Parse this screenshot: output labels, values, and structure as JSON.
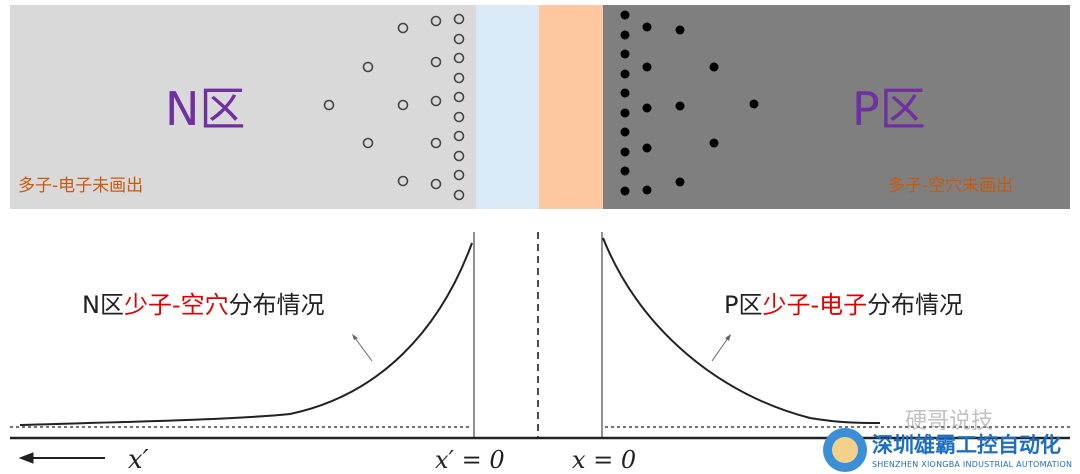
{
  "colors": {
    "n_region": "#d9d9d9",
    "depletion_n": "#dae9f6",
    "depletion_p": "#fdc8a0",
    "p_region": "#7f7f7f",
    "region_label": "#7030a0",
    "note": "#c55a11",
    "minority": "#e00000"
  },
  "top": {
    "n_label": "N区",
    "p_label": "P区",
    "n_note": "多子-电子未画出",
    "p_note": "多子-空穴未画出"
  },
  "bottom": {
    "n_caption": {
      "prefix": "N区",
      "highlight": "少子-空穴",
      "suffix": "分布情况"
    },
    "p_caption": {
      "prefix": "P区",
      "highlight": "少子-电子",
      "suffix": "分布情况"
    },
    "axis_left": "x′",
    "origin_left": "x′ = 0",
    "origin_right": "x = 0"
  },
  "watermark": {
    "line1": "深圳雄霸工控自动化",
    "line2": "SHENZHEN XIONGBA INDUSTRIAL AUTOMATION",
    "faded": "硬哥说技"
  }
}
